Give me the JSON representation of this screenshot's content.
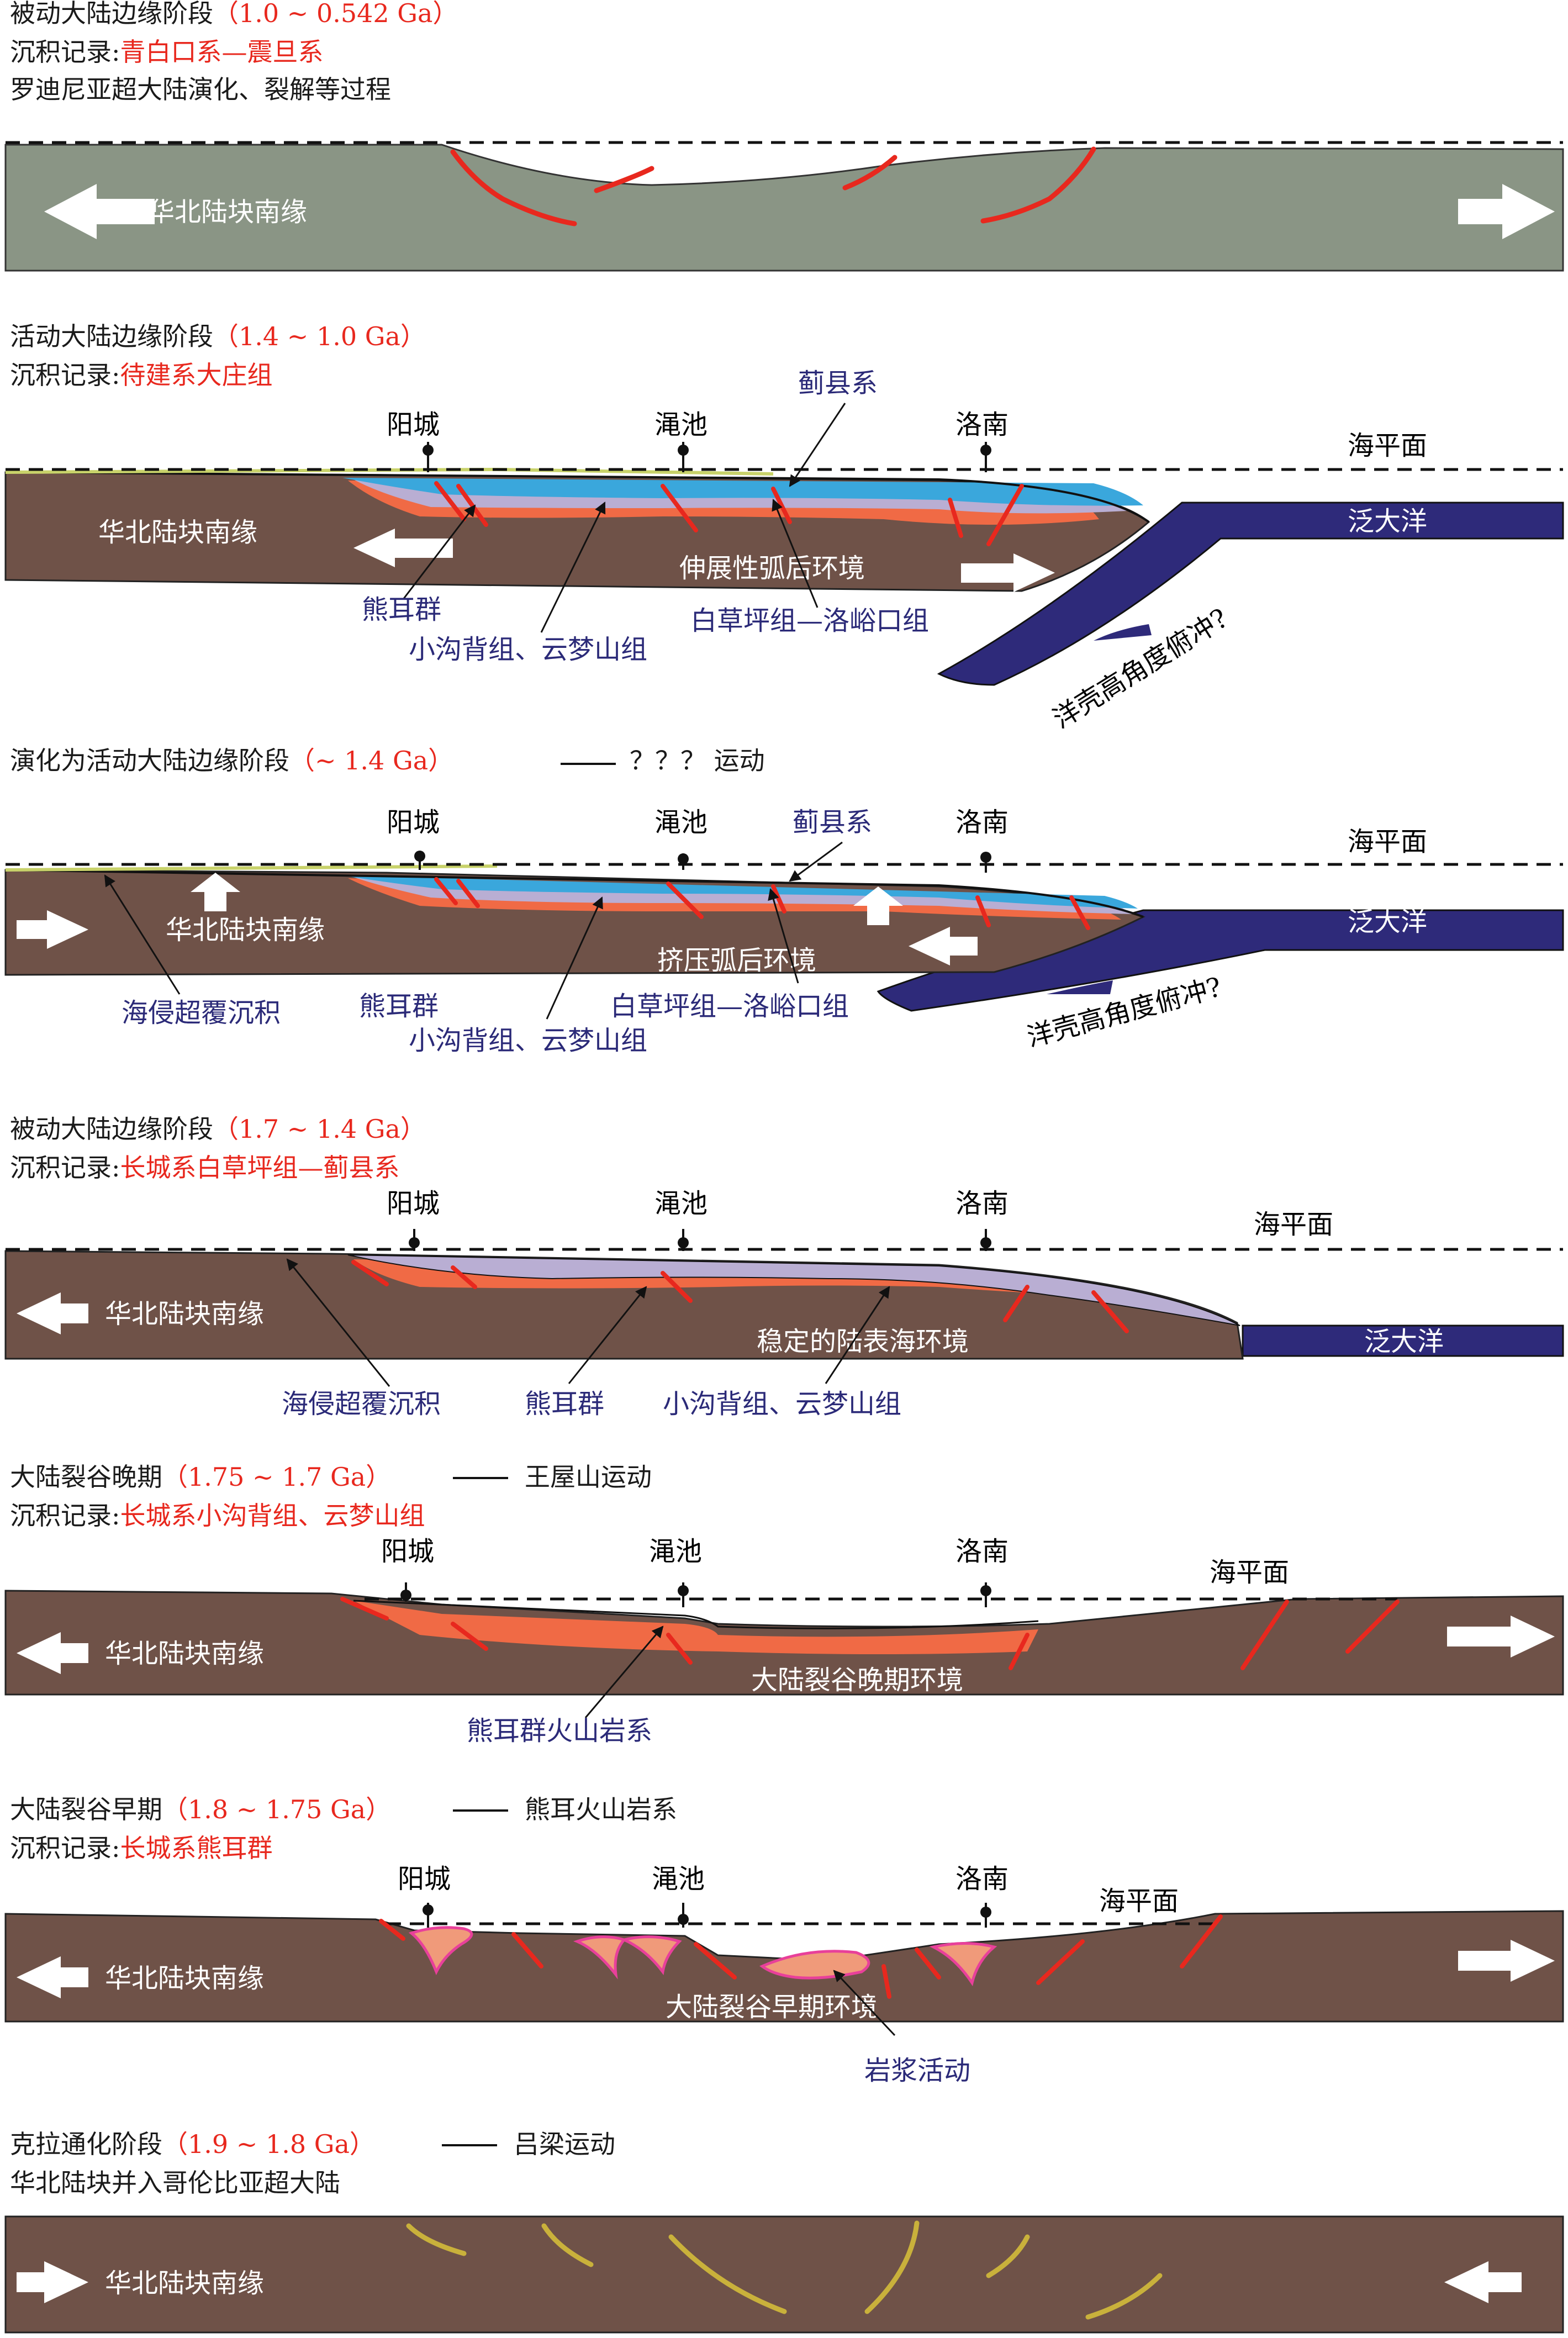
{
  "colors": {
    "crust": "#6f5248",
    "passive_crust": "#8a9585",
    "ocean": "#2e2a7a",
    "fault": "#e8281e",
    "orange": "#f06a45",
    "lavender": "#b9aed3",
    "cyan": "#3aa7dc",
    "label_blue": "#2b2a78",
    "label_red": "#e8281e",
    "yellow_fault": "#c9b13b",
    "magma": "#f09a7a",
    "magma_rim": "#e8409a"
  },
  "panels": [
    {
      "title": "被动大陆边缘阶段",
      "age": "（1.0 ~ 0.542 Ga）",
      "record_label": "沉积记录:",
      "record": "青白口系—震旦系",
      "extra": "罗迪尼亚超大陆演化、裂解等过程",
      "block": "华北陆块南缘"
    },
    {
      "title": "活动大陆边缘阶段",
      "age": "（1.4 ~ 1.0 Ga）",
      "record_label": "沉积记录:",
      "record": "待建系大庄组",
      "block": "华北陆块南缘",
      "towns": [
        "阳城",
        "渑池",
        "洛南"
      ],
      "sea_level": "海平面",
      "ocean": "泛大洋",
      "environment": "伸展性弧后环境",
      "labels": [
        "蓟县系",
        "熊耳群",
        "小沟背组、云梦山组",
        "白草坪组—洛峪口组",
        "洋壳高角度俯冲?"
      ]
    },
    {
      "title": "演化为活动大陆边缘阶段",
      "age": "（~ 1.4 Ga）",
      "event": "？？？ 运动",
      "block": "华北陆块南缘",
      "towns": [
        "阳城",
        "渑池",
        "洛南"
      ],
      "sea_level": "海平面",
      "ocean": "泛大洋",
      "environment": "挤压弧后环境",
      "labels": [
        "蓟县系",
        "海侵超覆沉积",
        "熊耳群",
        "小沟背组、云梦山组",
        "白草坪组—洛峪口组",
        "洋壳高角度俯冲?"
      ]
    },
    {
      "title": "被动大陆边缘阶段",
      "age": "（1.7 ~ 1.4 Ga）",
      "record_label": "沉积记录:",
      "record": "长城系白草坪组—蓟县系",
      "block": "华北陆块南缘",
      "towns": [
        "阳城",
        "渑池",
        "洛南"
      ],
      "sea_level": "海平面",
      "ocean": "泛大洋",
      "environment": "稳定的陆表海环境",
      "labels": [
        "海侵超覆沉积",
        "熊耳群",
        "小沟背组、云梦山组"
      ]
    },
    {
      "title": "大陆裂谷晚期",
      "age": "（1.75 ~ 1.7 Ga）",
      "event": "王屋山运动",
      "record_label": "沉积记录:",
      "record": "长城系小沟背组、云梦山组",
      "block": "华北陆块南缘",
      "towns": [
        "阳城",
        "渑池",
        "洛南"
      ],
      "sea_level": "海平面",
      "environment": "大陆裂谷晚期环境",
      "labels": [
        "熊耳群火山岩系"
      ]
    },
    {
      "title": "大陆裂谷早期",
      "age": "（1.8 ~ 1.75 Ga）",
      "event": "熊耳火山岩系",
      "record_label": "沉积记录:",
      "record": "长城系熊耳群",
      "block": "华北陆块南缘",
      "towns": [
        "阳城",
        "渑池",
        "洛南"
      ],
      "sea_level": "海平面",
      "environment": "大陆裂谷早期环境",
      "labels": [
        "岩浆活动"
      ]
    },
    {
      "title": "克拉通化阶段",
      "age": "（1.9 ~ 1.8 Ga）",
      "event": "吕梁运动",
      "extra": "华北陆块并入哥伦比亚超大陆",
      "block": "华北陆块南缘"
    }
  ]
}
